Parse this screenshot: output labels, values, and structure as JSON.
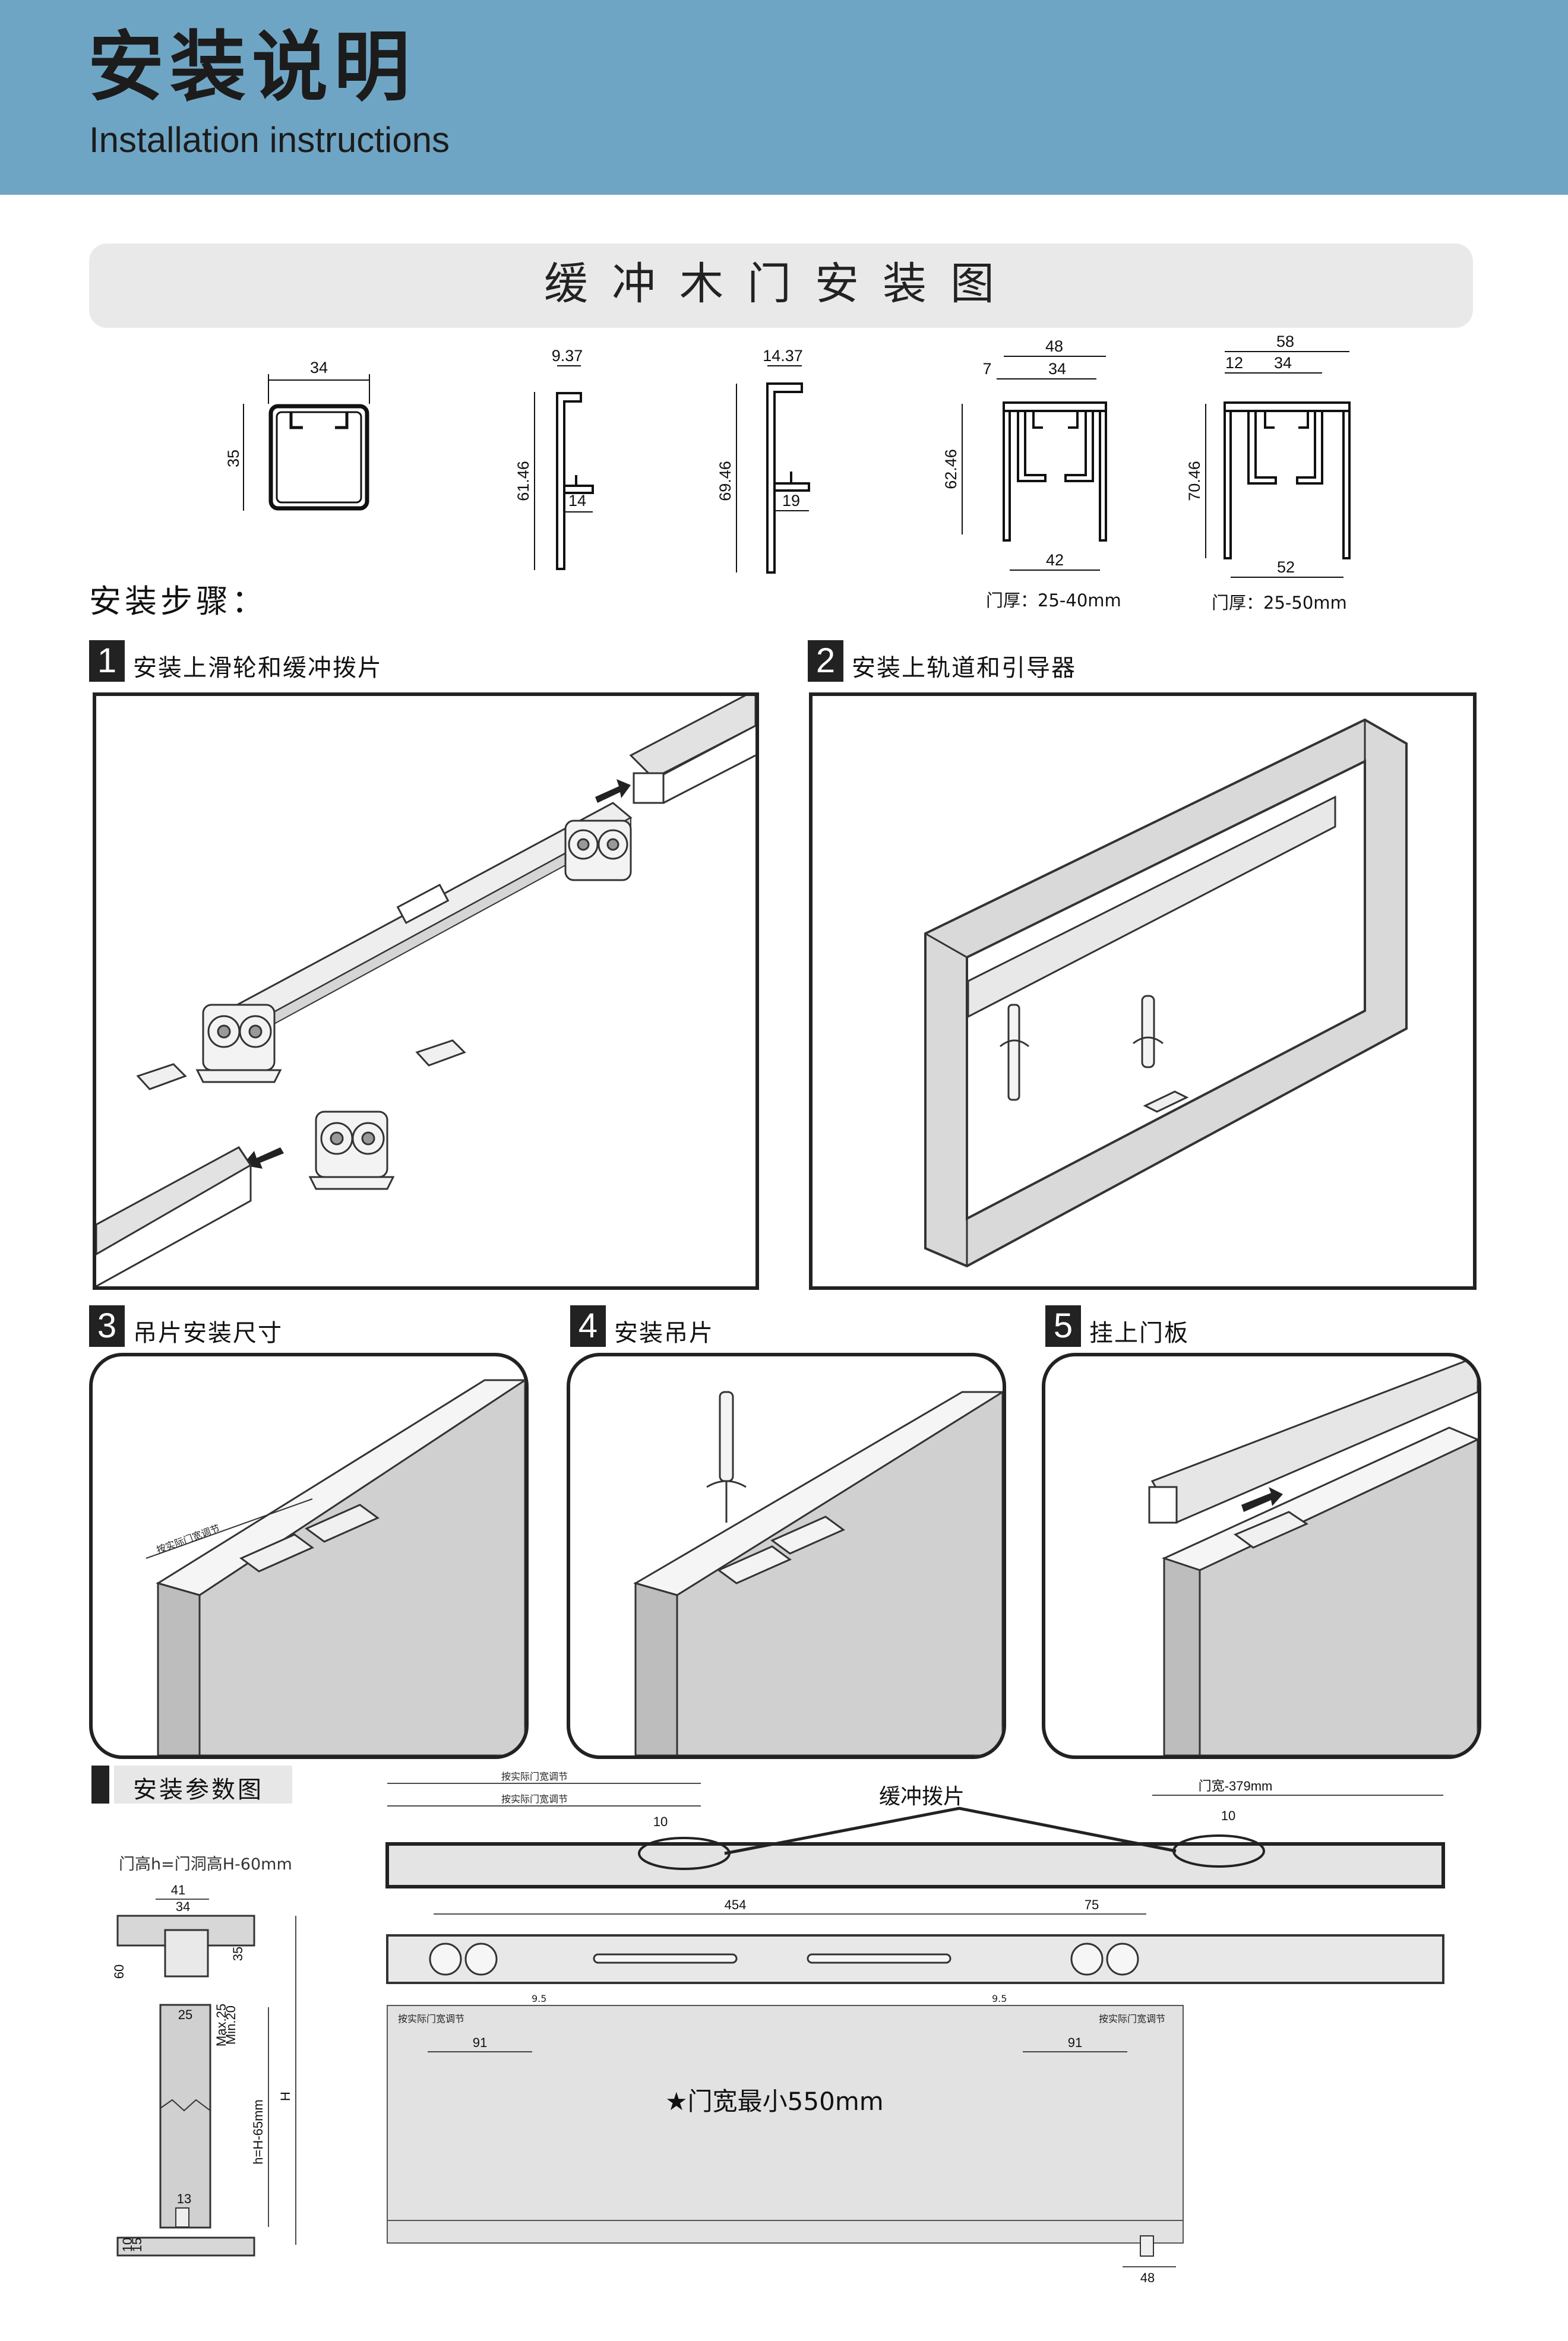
{
  "header": {
    "title": "安装说明",
    "subtitle": "Installation instructions",
    "accent_color": "#6fa5c4"
  },
  "section": {
    "title": "缓冲木门安装图"
  },
  "profiles": [
    {
      "name": "top-track",
      "dims": [
        "34",
        "35"
      ]
    },
    {
      "name": "side-profile-a",
      "dims": [
        "9.37",
        "61.46",
        "14"
      ]
    },
    {
      "name": "side-profile-b",
      "dims": [
        "14.37",
        "69.46",
        "19"
      ]
    },
    {
      "name": "double-track-a",
      "dims": [
        "48",
        "7",
        "34",
        "62.46",
        "42"
      ],
      "door_thickness": "门厚：25-40mm"
    },
    {
      "name": "double-track-b",
      "dims": [
        "58",
        "12",
        "34",
        "70.46",
        "52"
      ],
      "door_thickness": "门厚：25-50mm"
    }
  ],
  "steps_heading": "安装步骤：",
  "steps": [
    {
      "num": "1",
      "label": "安装上滑轮和缓冲拨片"
    },
    {
      "num": "2",
      "label": "安装上轨道和引导器"
    },
    {
      "num": "3",
      "label": "吊片安装尺寸",
      "annotation": "按实际门宽调节"
    },
    {
      "num": "4",
      "label": "安装吊片"
    },
    {
      "num": "5",
      "label": "挂上门板"
    }
  ],
  "params": {
    "heading": "安装参数图",
    "door_height_note": "门高h=门洞高H-60mm",
    "side_dims": [
      "41",
      "34",
      "35",
      "60",
      "25",
      "Max.25",
      "Min.20",
      "h=H-65mm",
      "H",
      "13",
      "10",
      "15",
      "48"
    ],
    "adjust_label": "按实际门宽调节",
    "door_width_note": "门宽-379mm",
    "buffer_label": "缓冲拨片",
    "dims_main": [
      "10",
      "10",
      "454",
      "75",
      "9.5",
      "9.5",
      "91",
      "91",
      "48"
    ],
    "min_width_note": "★门宽最小550mm"
  }
}
